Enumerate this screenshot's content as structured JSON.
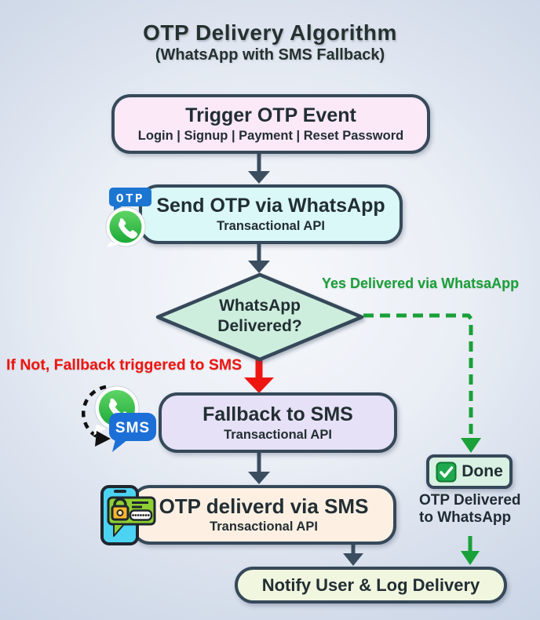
{
  "title": {
    "main": "OTP Delivery Algorithm",
    "subtitle": "(WhatsApp with SMS Fallback)"
  },
  "nodes": {
    "trigger": {
      "title": "Trigger OTP Event",
      "subtitle": "Login | Signup | Payment | Reset Password"
    },
    "send_whatsapp": {
      "title": "Send OTP via WhatsApp",
      "subtitle": "Transactional API"
    },
    "decision": {
      "line1": "WhatsApp",
      "line2": "Delivered?"
    },
    "fallback_sms": {
      "title": "Fallback to SMS",
      "subtitle": "Transactional API"
    },
    "otp_sms": {
      "title": "OTP deliverd via SMS",
      "subtitle": "Transactional API"
    },
    "done": {
      "label": "Done"
    },
    "notify": {
      "title": "Notify User & Log Delivery"
    }
  },
  "labels": {
    "yes_branch": "Yes Delivered via WhatsaApp",
    "no_branch": "If Not, Fallback triggered to SMS",
    "done_caption_line1": "OTP Delivered",
    "done_caption_line2": "to WhatsApp"
  },
  "icons": {
    "otp_badge_text": "OTP",
    "sms_badge_text": "SMS"
  },
  "colors": {
    "border_dark": "#36495a",
    "arrow_dark": "#3b4e60",
    "arrow_red": "#ee1511",
    "arrow_green": "#19a038",
    "trigger_bg": "#fce9f8",
    "send_whatsapp_bg": "#d9f8f7",
    "decision_bg": "#cdeedd",
    "fallback_bg": "#e6e1f6",
    "otp_sms_bg": "#fdf0e3",
    "done_bg": "#d9f1e3",
    "notify_bg": "#f1f6df",
    "whatsapp_green": "#2db742",
    "badge_blue": "#1b76d2"
  }
}
